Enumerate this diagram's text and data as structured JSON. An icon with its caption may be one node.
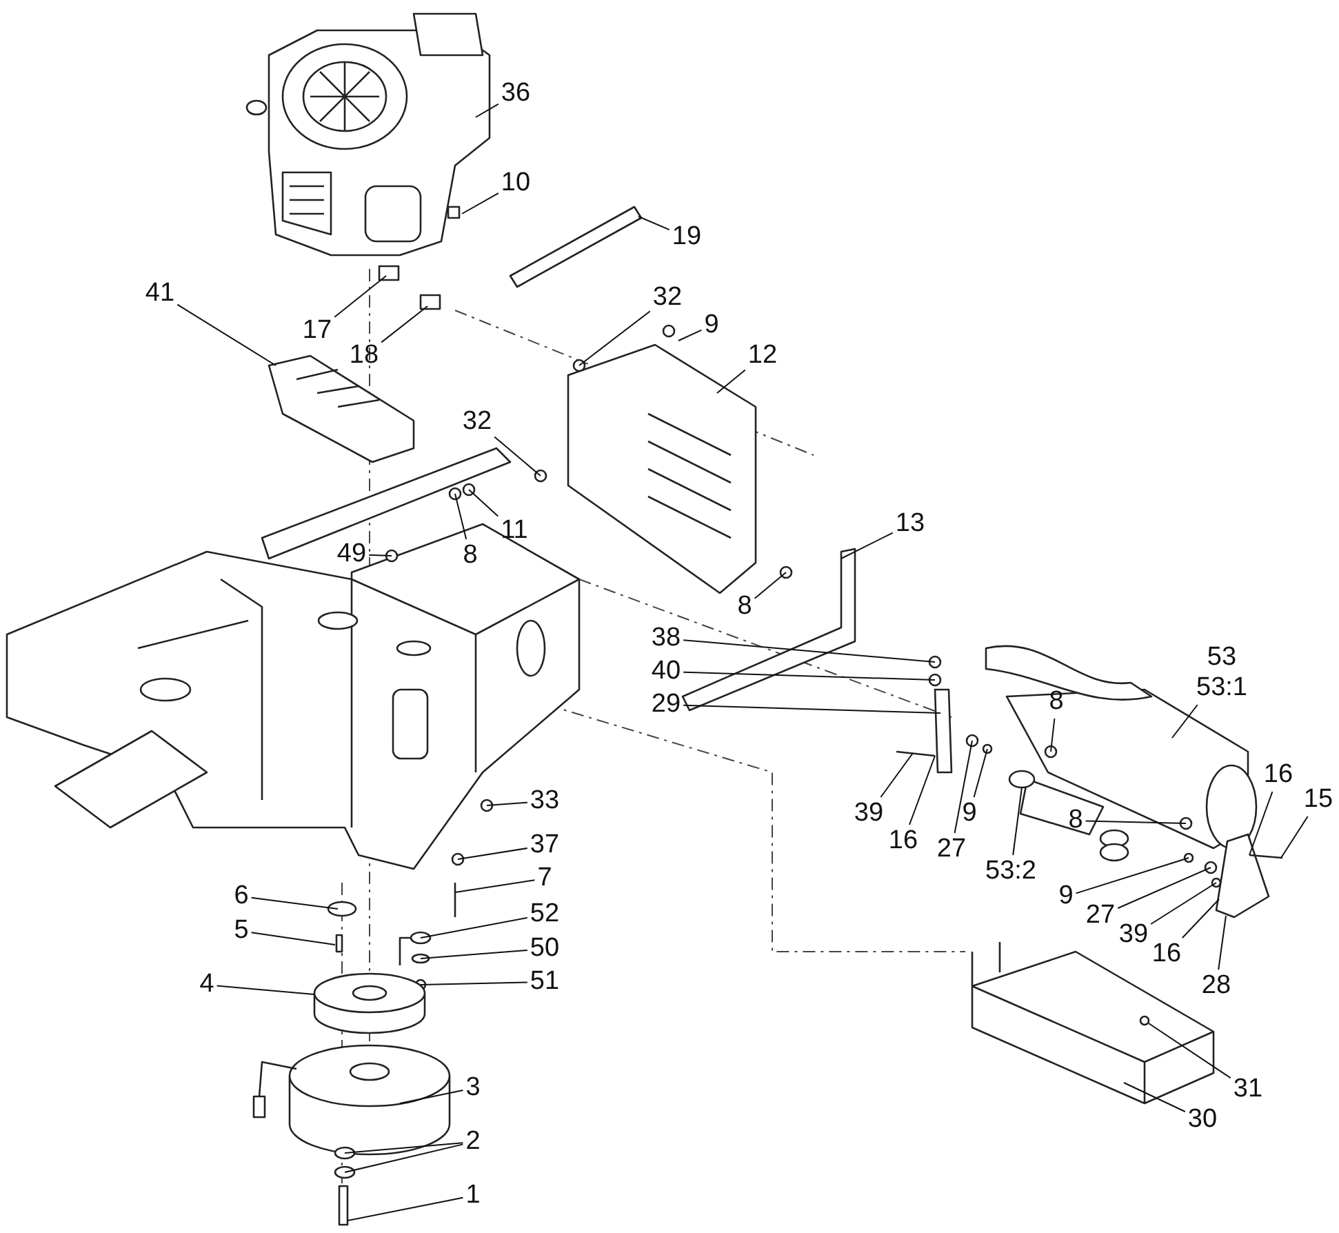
{
  "diagram": {
    "nodes": [
      {
        "text": [
          "36"
        ]
      },
      {
        "text": [
          "10"
        ]
      },
      {
        "text": [
          "19"
        ]
      },
      {
        "text": [
          "41"
        ]
      },
      {
        "text": [
          "17"
        ]
      },
      {
        "text": [
          "18"
        ]
      },
      {
        "text": [
          "32"
        ]
      },
      {
        "text": [
          "9"
        ]
      },
      {
        "text": [
          "12"
        ]
      },
      {
        "text": [
          "32"
        ]
      },
      {
        "text": [
          "11"
        ]
      },
      {
        "text": [
          "8"
        ]
      },
      {
        "text": [
          "49"
        ]
      },
      {
        "text": [
          "13"
        ]
      },
      {
        "text": [
          "8"
        ]
      },
      {
        "text": [
          "38"
        ]
      },
      {
        "text": [
          "40"
        ]
      },
      {
        "text": [
          "29"
        ]
      },
      {
        "text": [
          "53",
          "53:1"
        ]
      },
      {
        "text": [
          "8"
        ]
      },
      {
        "text": [
          "39"
        ]
      },
      {
        "text": [
          "16"
        ]
      },
      {
        "text": [
          "27"
        ]
      },
      {
        "text": [
          "9"
        ]
      },
      {
        "text": [
          "53:2"
        ]
      },
      {
        "text": [
          "33"
        ]
      },
      {
        "text": [
          "16"
        ]
      },
      {
        "text": [
          "15"
        ]
      },
      {
        "text": [
          "8"
        ]
      },
      {
        "text": [
          "37"
        ]
      },
      {
        "text": [
          "7"
        ]
      },
      {
        "text": [
          "9"
        ]
      },
      {
        "text": [
          "27"
        ]
      },
      {
        "text": [
          "39"
        ]
      },
      {
        "text": [
          "6"
        ]
      },
      {
        "text": [
          "52"
        ]
      },
      {
        "text": [
          "16"
        ]
      },
      {
        "text": [
          "5"
        ]
      },
      {
        "text": [
          "50"
        ]
      },
      {
        "text": [
          "28"
        ]
      },
      {
        "text": [
          "4"
        ]
      },
      {
        "text": [
          "51"
        ]
      },
      {
        "text": [
          "3"
        ]
      },
      {
        "text": [
          "31"
        ]
      },
      {
        "text": [
          "30"
        ]
      },
      {
        "text": [
          "2"
        ]
      },
      {
        "text": [
          "1"
        ]
      }
    ],
    "edges": [
      {
        "from": 0,
        "to": null,
        "arrow": "none"
      },
      {
        "from": 1,
        "to": null,
        "arrow": "none"
      },
      {
        "from": 2,
        "to": null,
        "arrow": "none"
      },
      {
        "from": 3,
        "to": null,
        "arrow": "none"
      },
      {
        "from": 4,
        "to": null,
        "arrow": "none"
      },
      {
        "from": 5,
        "to": null,
        "arrow": "none"
      },
      {
        "from": 6,
        "to": null,
        "arrow": "none"
      },
      {
        "from": 7,
        "to": null,
        "arrow": "none"
      },
      {
        "from": 8,
        "to": null,
        "arrow": "none"
      },
      {
        "from": 9,
        "to": null,
        "arrow": "none"
      },
      {
        "from": 10,
        "to": null,
        "arrow": "none"
      },
      {
        "from": 11,
        "to": null,
        "arrow": "none"
      },
      {
        "from": 12,
        "to": null,
        "arrow": "none"
      },
      {
        "from": 13,
        "to": null,
        "arrow": "none"
      },
      {
        "from": 14,
        "to": null,
        "arrow": "none"
      },
      {
        "from": 15,
        "to": null,
        "arrow": "none"
      },
      {
        "from": 16,
        "to": null,
        "arrow": "none"
      },
      {
        "from": 17,
        "to": null,
        "arrow": "none"
      },
      {
        "from": 18,
        "to": null,
        "arrow": "none"
      },
      {
        "from": 19,
        "to": null,
        "arrow": "none"
      },
      {
        "from": 20,
        "to": null,
        "arrow": "none"
      },
      {
        "from": 21,
        "to": null,
        "arrow": "none"
      },
      {
        "from": 22,
        "to": null,
        "arrow": "none"
      },
      {
        "from": 23,
        "to": null,
        "arrow": "none"
      },
      {
        "from": 24,
        "to": null,
        "arrow": "none"
      },
      {
        "from": 25,
        "to": null,
        "arrow": "none"
      },
      {
        "from": 26,
        "to": null,
        "arrow": "none"
      },
      {
        "from": 27,
        "to": null,
        "arrow": "none"
      },
      {
        "from": 28,
        "to": null,
        "arrow": "none"
      },
      {
        "from": 29,
        "to": null,
        "arrow": "none"
      },
      {
        "from": 30,
        "to": null,
        "arrow": "none"
      },
      {
        "from": 31,
        "to": null,
        "arrow": "none"
      },
      {
        "from": 32,
        "to": null,
        "arrow": "none"
      },
      {
        "from": 33,
        "to": null,
        "arrow": "none"
      },
      {
        "from": 34,
        "to": null,
        "arrow": "none"
      },
      {
        "from": 35,
        "to": null,
        "arrow": "none"
      },
      {
        "from": 36,
        "to": null,
        "arrow": "none"
      },
      {
        "from": 37,
        "to": null,
        "arrow": "none"
      },
      {
        "from": 38,
        "to": null,
        "arrow": "none"
      },
      {
        "from": 39,
        "to": null,
        "arrow": "none"
      },
      {
        "from": 40,
        "to": null,
        "arrow": "none"
      },
      {
        "from": 41,
        "to": null,
        "arrow": "none"
      },
      {
        "from": 42,
        "to": null,
        "arrow": "none"
      },
      {
        "from": 43,
        "to": null,
        "arrow": "none"
      },
      {
        "from": 44,
        "to": null,
        "arrow": "none"
      },
      {
        "from": 45,
        "to": null,
        "arrow": "none"
      },
      {
        "from": 45,
        "to": null,
        "arrow": "none"
      },
      {
        "from": 46,
        "to": null,
        "arrow": "none"
      }
    ]
  }
}
